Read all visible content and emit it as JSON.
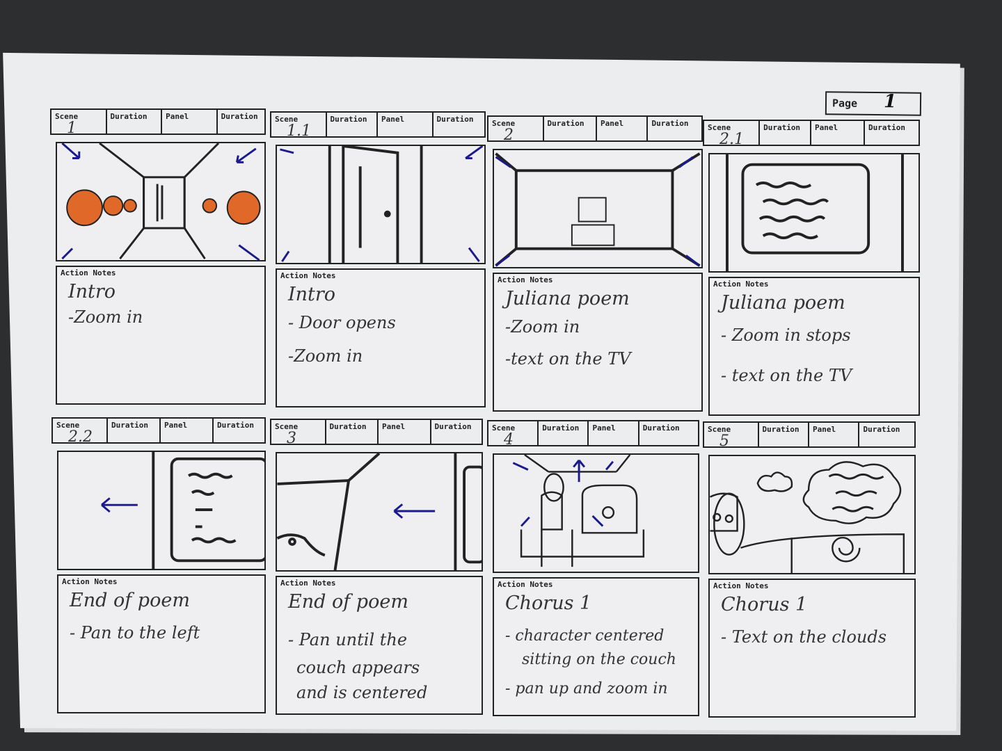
{
  "page": {
    "label": "Page",
    "number": "1"
  },
  "header_labels": {
    "scene": "Scene",
    "duration": "Duration",
    "panel": "Panel",
    "notes": "Action Notes"
  },
  "panels": [
    {
      "scene": "1",
      "title": "Intro",
      "lines": [
        "-Zoom in"
      ]
    },
    {
      "scene": "1.1",
      "title": "Intro",
      "lines": [
        "- Door opens",
        "-Zoom in"
      ]
    },
    {
      "scene": "2",
      "title": "Juliana poem",
      "lines": [
        "-Zoom in",
        "-text on the TV"
      ]
    },
    {
      "scene": "2.1",
      "title": "Juliana poem",
      "lines": [
        "- Zoom in stops",
        "- text on the TV"
      ]
    },
    {
      "scene": "2.2",
      "title": "End of poem",
      "lines": [
        "- Pan to the left"
      ]
    },
    {
      "scene": "3",
      "title": "End of poem",
      "lines": [
        "- Pan until the",
        "couch appears",
        "and is centered"
      ]
    },
    {
      "scene": "4",
      "title": "Chorus 1",
      "lines": [
        "- character centered",
        "sitting on the couch",
        "- pan up and zoom in"
      ]
    },
    {
      "scene": "5",
      "title": "Chorus 1",
      "lines": [
        "- Text on the clouds"
      ]
    }
  ],
  "colors": {
    "ink": "#222222",
    "arrow": "#1a1a8c",
    "orange": "#e0692a"
  }
}
